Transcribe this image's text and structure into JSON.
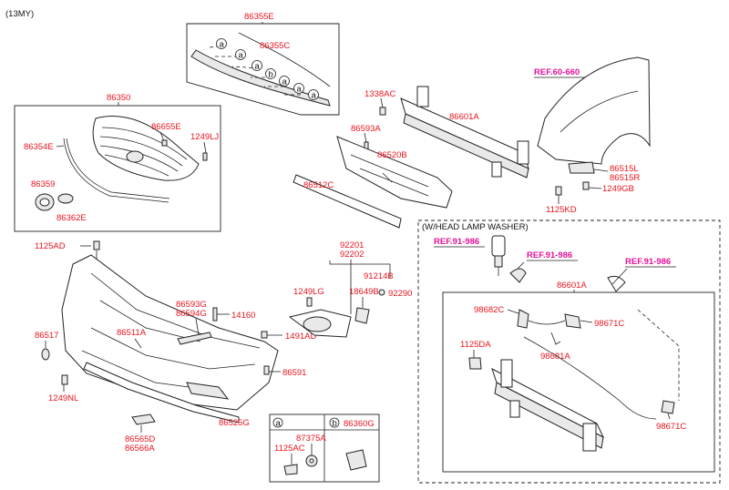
{
  "model_code": "(13MY)",
  "washer_box_title": "(W/HEAD LAMP WASHER)",
  "references": {
    "fender": "REF.60-660",
    "washer_nozzle": "REF.91-986",
    "washer_cap": "REF.91-986",
    "washer_right": "REF.91-986"
  },
  "part_labels": {
    "p86355E": "86355E",
    "p86355C": "86355C",
    "p86350": "86350",
    "p86655E": "86655E",
    "p1249LJ": "1249LJ",
    "p86354E": "86354E",
    "p86359": "86359",
    "p86362E": "86362E",
    "p1338AC": "1338AC",
    "p86601A_top": "86601A",
    "p86593A": "86593A",
    "p86520B": "86520B",
    "p86512C": "86512C",
    "p86515L": "86515L",
    "p86515R": "86515R",
    "p1249GB": "1249GB",
    "p1125KD": "1125KD",
    "p1125AD": "1125AD",
    "p92201": "92201",
    "p92202": "92202",
    "p91214B": "91214B",
    "p1249LG": "1249LG",
    "p18649B": "18649B",
    "p92290": "92290",
    "p86593G": "86593G",
    "p86594G": "86594G",
    "p14160": "14160",
    "p86517": "86517",
    "p86511A": "86511A",
    "p1491AD": "1491AD",
    "p86591": "86591",
    "p1249NL": "1249NL",
    "p86525G": "86525G",
    "p86565D": "86565D",
    "p86566A": "86566A",
    "p87375A": "87375A",
    "p1125AC": "1125AC",
    "p86360G": "86360G",
    "p86601A_box": "86601A",
    "p98682C": "98682C",
    "p98671C_a": "98671C",
    "p1125DA": "1125DA",
    "p98681A": "98681A",
    "p98671C_b": "98671C"
  },
  "callouts": {
    "a": "a",
    "b": "b"
  },
  "legend": {
    "a_marker": "a",
    "b_marker": "b"
  }
}
